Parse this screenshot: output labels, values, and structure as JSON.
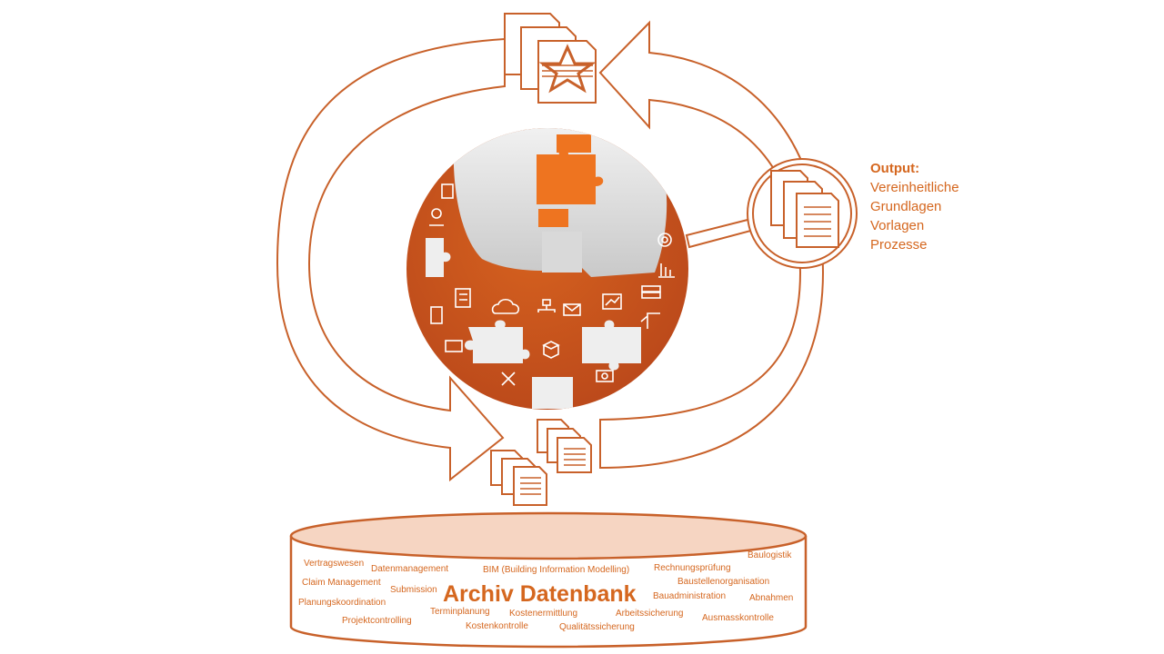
{
  "output": {
    "heading": "Output:",
    "items": [
      "Vereinheitliche",
      "Grundlagen",
      "Vorlagen",
      "Prozesse"
    ]
  },
  "database": {
    "title": "Archiv Datenbank",
    "keywords": {
      "baulogistik": "Baulogistik",
      "vertragswesen": "Vertragswesen",
      "datenmanagement": "Datenmanagement",
      "bim": "BIM (Building Information Modelling)",
      "rechnungspruefung": "Rechnungsprüfung",
      "claim": "Claim Management",
      "baustellenorganisation": "Baustellenorganisation",
      "submission": "Submission",
      "planungskoordination": "Planungskoordination",
      "bauadministration": "Bauadministration",
      "abnahmen": "Abnahmen",
      "terminplanung": "Terminplanung",
      "kostenermittlung": "Kostenermittlung",
      "arbeitssicherung": "Arbeitssicherung",
      "ausmasskontrolle": "Ausmasskontrolle",
      "projektcontrolling": "Projektcontrolling",
      "kostenkontrolle": "Kostenkontrolle",
      "qualitaetssicherung": "Qualitätssicherung"
    }
  },
  "colors": {
    "accent": "#c8612a",
    "text_orange": "#d5671f",
    "db_fill": "#f6d5c2",
    "circle_fill": "#c8541c"
  }
}
